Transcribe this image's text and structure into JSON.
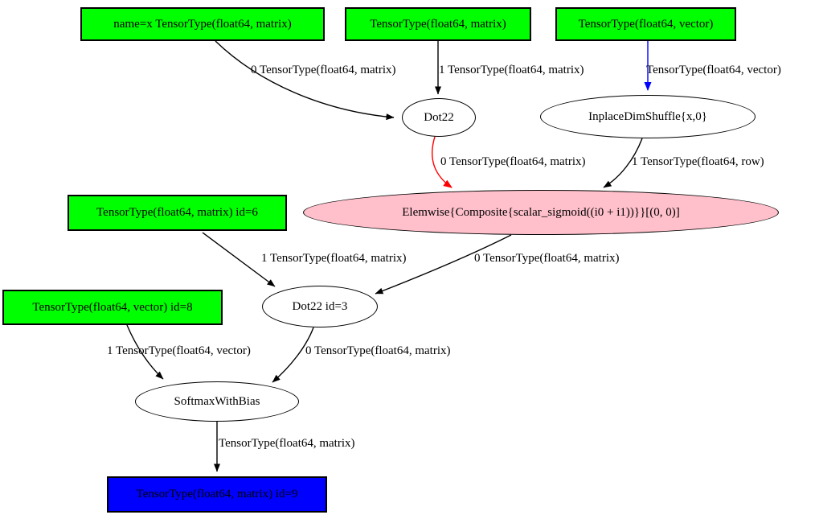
{
  "colors": {
    "node-green": "#00ff00",
    "node-pink": "#ffc0cb",
    "node-blue": "#0000ff",
    "edge-black": "#000000",
    "edge-red": "#ff0000",
    "edge-blue": "#0000ff"
  },
  "nodes": {
    "input_x": {
      "label": "name=x TensorType(float64, matrix)"
    },
    "input_matrix": {
      "label": "TensorType(float64, matrix)"
    },
    "input_vector": {
      "label": "TensorType(float64, vector)"
    },
    "dot22": {
      "label": "Dot22"
    },
    "dimshuffle": {
      "label": "InplaceDimShuffle{x,0}"
    },
    "elemwise": {
      "label": "Elemwise{Composite{scalar_sigmoid((i0 + i1))}}[(0, 0)]"
    },
    "matrix_id6": {
      "label": "TensorType(float64, matrix) id=6"
    },
    "dot22_id3": {
      "label": "Dot22 id=3"
    },
    "vector_id8": {
      "label": "TensorType(float64, vector) id=8"
    },
    "softmax": {
      "label": "SoftmaxWithBias"
    },
    "output_id9": {
      "label": "TensorType(float64, matrix) id=9"
    }
  },
  "edges": [
    {
      "from": "input_x",
      "to": "dot22",
      "label": "0 TensorType(float64, matrix)",
      "color": "black"
    },
    {
      "from": "input_matrix",
      "to": "dot22",
      "label": "1 TensorType(float64, matrix)",
      "color": "black"
    },
    {
      "from": "input_vector",
      "to": "dimshuffle",
      "label": "TensorType(float64, vector)",
      "color": "blue"
    },
    {
      "from": "dot22",
      "to": "elemwise",
      "label": "0 TensorType(float64, matrix)",
      "color": "red"
    },
    {
      "from": "dimshuffle",
      "to": "elemwise",
      "label": "1 TensorType(float64, row)",
      "color": "black"
    },
    {
      "from": "matrix_id6",
      "to": "dot22_id3",
      "label": "1 TensorType(float64, matrix)",
      "color": "black"
    },
    {
      "from": "elemwise",
      "to": "dot22_id3",
      "label": "0 TensorType(float64, matrix)",
      "color": "black"
    },
    {
      "from": "vector_id8",
      "to": "softmax",
      "label": "1 TensorType(float64, vector)",
      "color": "black"
    },
    {
      "from": "dot22_id3",
      "to": "softmax",
      "label": "0 TensorType(float64, matrix)",
      "color": "black"
    },
    {
      "from": "softmax",
      "to": "output_id9",
      "label": "TensorType(float64, matrix)",
      "color": "black"
    }
  ]
}
